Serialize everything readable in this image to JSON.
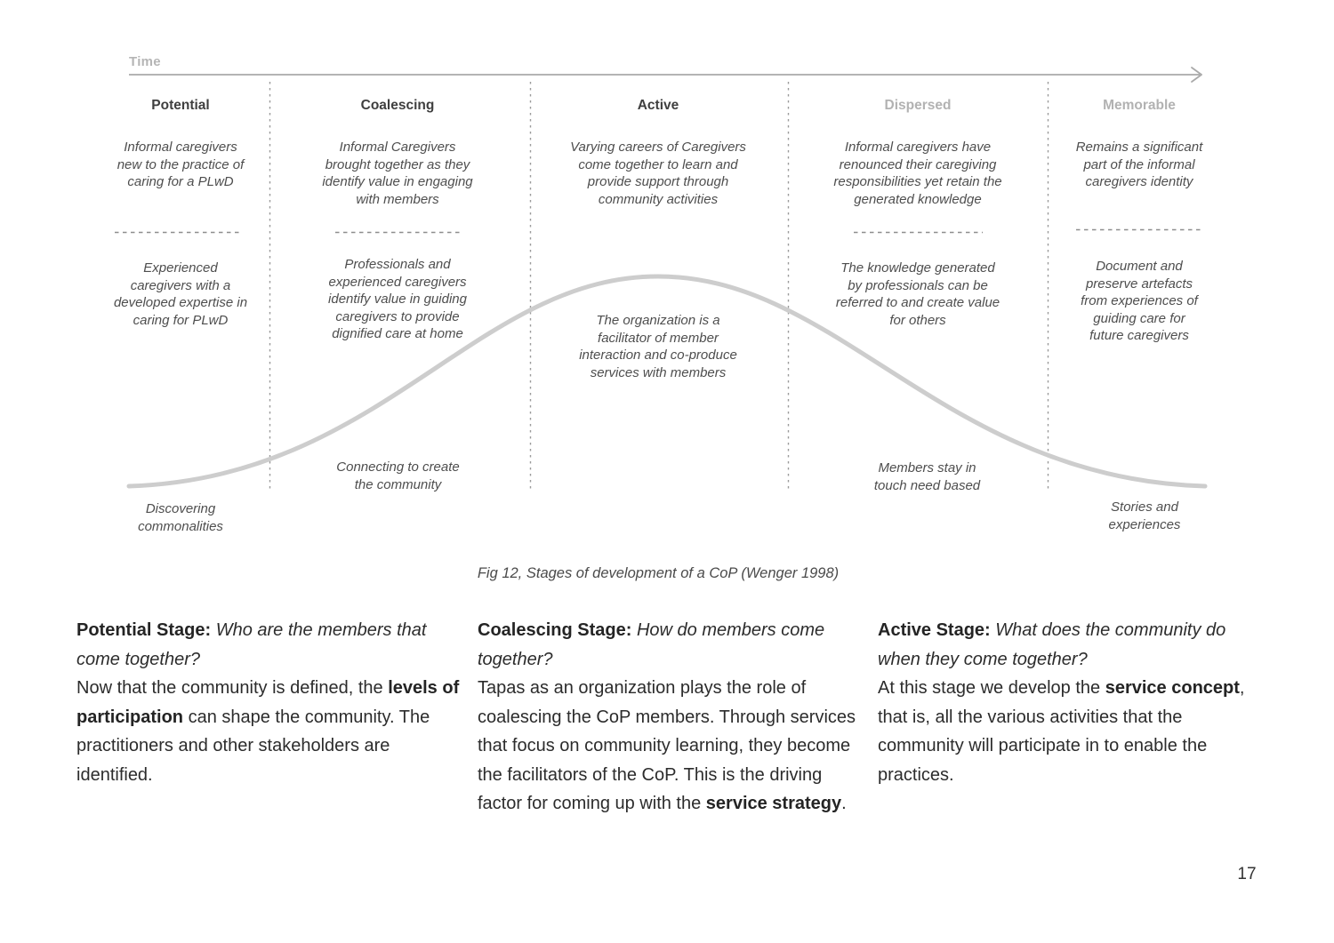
{
  "figure": {
    "time_label": "Time",
    "caption": "Fig 12, Stages of development of a CoP (Wenger 1998)",
    "curve_type": "bell-curve",
    "stages": [
      {
        "title": "Potential",
        "muted": false,
        "early": "Informal caregivers\nnew to the practice of\ncaring for a PLwD",
        "late": "Experienced\ncaregivers with a\ndeveloped expertise in\ncaring for PLwD",
        "divider": true
      },
      {
        "title": "Coalescing",
        "muted": false,
        "early": "Informal Caregivers\nbrought together as they\nidentify value in engaging\nwith members",
        "late": "Professionals and\nexperienced caregivers\nidentify value in guiding\ncaregivers to provide\ndignified care at home",
        "divider": true
      },
      {
        "title": "Active",
        "muted": false,
        "early": "Varying careers of Caregivers\ncome together to learn and\nprovide support through\ncommunity activities",
        "late": "The organization is a\nfacilitator of member\ninteraction and co-produce\nservices with members",
        "divider": false
      },
      {
        "title": "Dispersed",
        "muted": true,
        "early": "Informal caregivers have\nrenounced their caregiving\nresponsibilities yet retain the\ngenerated knowledge",
        "late": "The knowledge generated\nby professionals can be\nreferred to and create value\nfor others",
        "divider": true
      },
      {
        "title": "Memorable",
        "muted": true,
        "early": "Remains a significant\npart of the informal\ncaregivers identity",
        "late": "Document and\npreserve artefacts\nfrom experiences of\nguiding care for\nfuture caregivers",
        "divider": true
      }
    ],
    "curve_labels": {
      "below_start": "Discovering\ncommonalities",
      "rising": "Connecting to create\nthe community",
      "falling": "Members stay in\ntouch need based",
      "below_end": "Stories and\nexperiences"
    },
    "colors": {
      "curve": "#cdcdcd",
      "axis": "#a9a9a9",
      "separator": "#9b9b9b",
      "divider": "#8e8e8e",
      "dark_header": "#3f3f3f",
      "muted_header": "#b2b2b2",
      "italic_text": "#4e4e4e"
    }
  },
  "paragraphs": [
    {
      "title": "Potential Stage:",
      "question": "Who are the members that come together?",
      "body": [
        {
          "text": "Now that the community is defined, the "
        },
        {
          "text": "levels of participation",
          "bold": true
        },
        {
          "text": " can shape the community. The practitioners and other stakeholders are identified."
        }
      ]
    },
    {
      "title": "Coalescing Stage:",
      "question": "How do members come together?",
      "body": [
        {
          "text": "Tapas as an organization plays the role of coalescing the CoP members. Through services that focus on community learning, they become the facilitators of the CoP. This is the driving factor for coming up with the "
        },
        {
          "text": "service strategy",
          "bold": true
        },
        {
          "text": "."
        }
      ]
    },
    {
      "title": "Active Stage:",
      "question": "What does the community do when they come together?",
      "body": [
        {
          "text": "At this stage we develop the "
        },
        {
          "text": "service concept",
          "bold": true
        },
        {
          "text": ", that is, all the various activities that the community will participate in to enable the practices."
        }
      ]
    }
  ],
  "page": {
    "number": "17"
  }
}
